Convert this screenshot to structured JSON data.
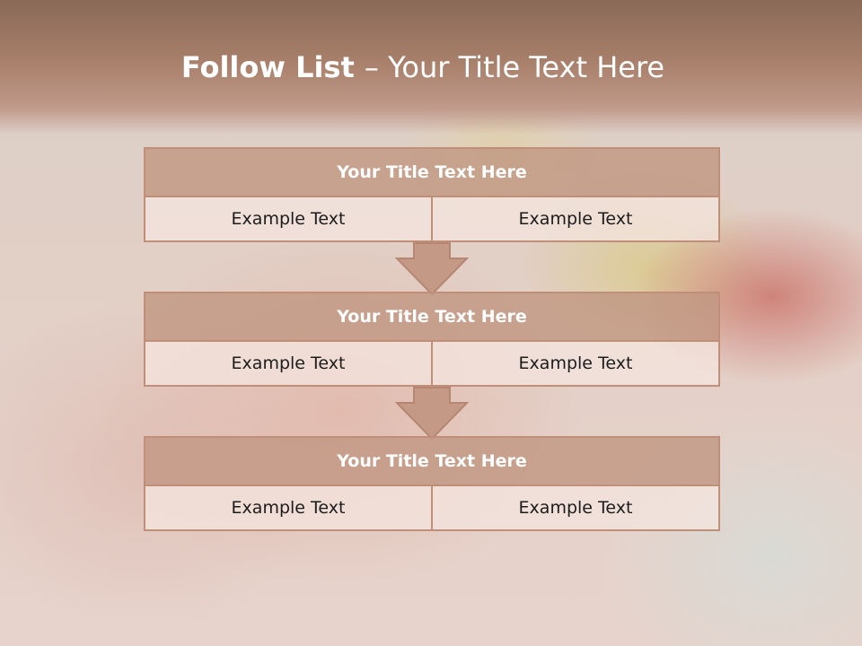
{
  "header": {
    "title_bold": "Follow List ",
    "title_rest": " – Your Title Text Here"
  },
  "blocks": [
    {
      "title": "Your Title Text Here",
      "left": "Example Text",
      "right": "Example Text"
    },
    {
      "title": "Your Title Text Here",
      "left": "Example Text",
      "right": "Example Text"
    },
    {
      "title": "Your Title Text Here",
      "left": "Example Text",
      "right": "Example Text"
    }
  ],
  "colors": {
    "header_band": "#a77f6a",
    "block_fill": "#c19783",
    "block_border": "#c08f79",
    "cell_fill": "#f3e4de"
  }
}
